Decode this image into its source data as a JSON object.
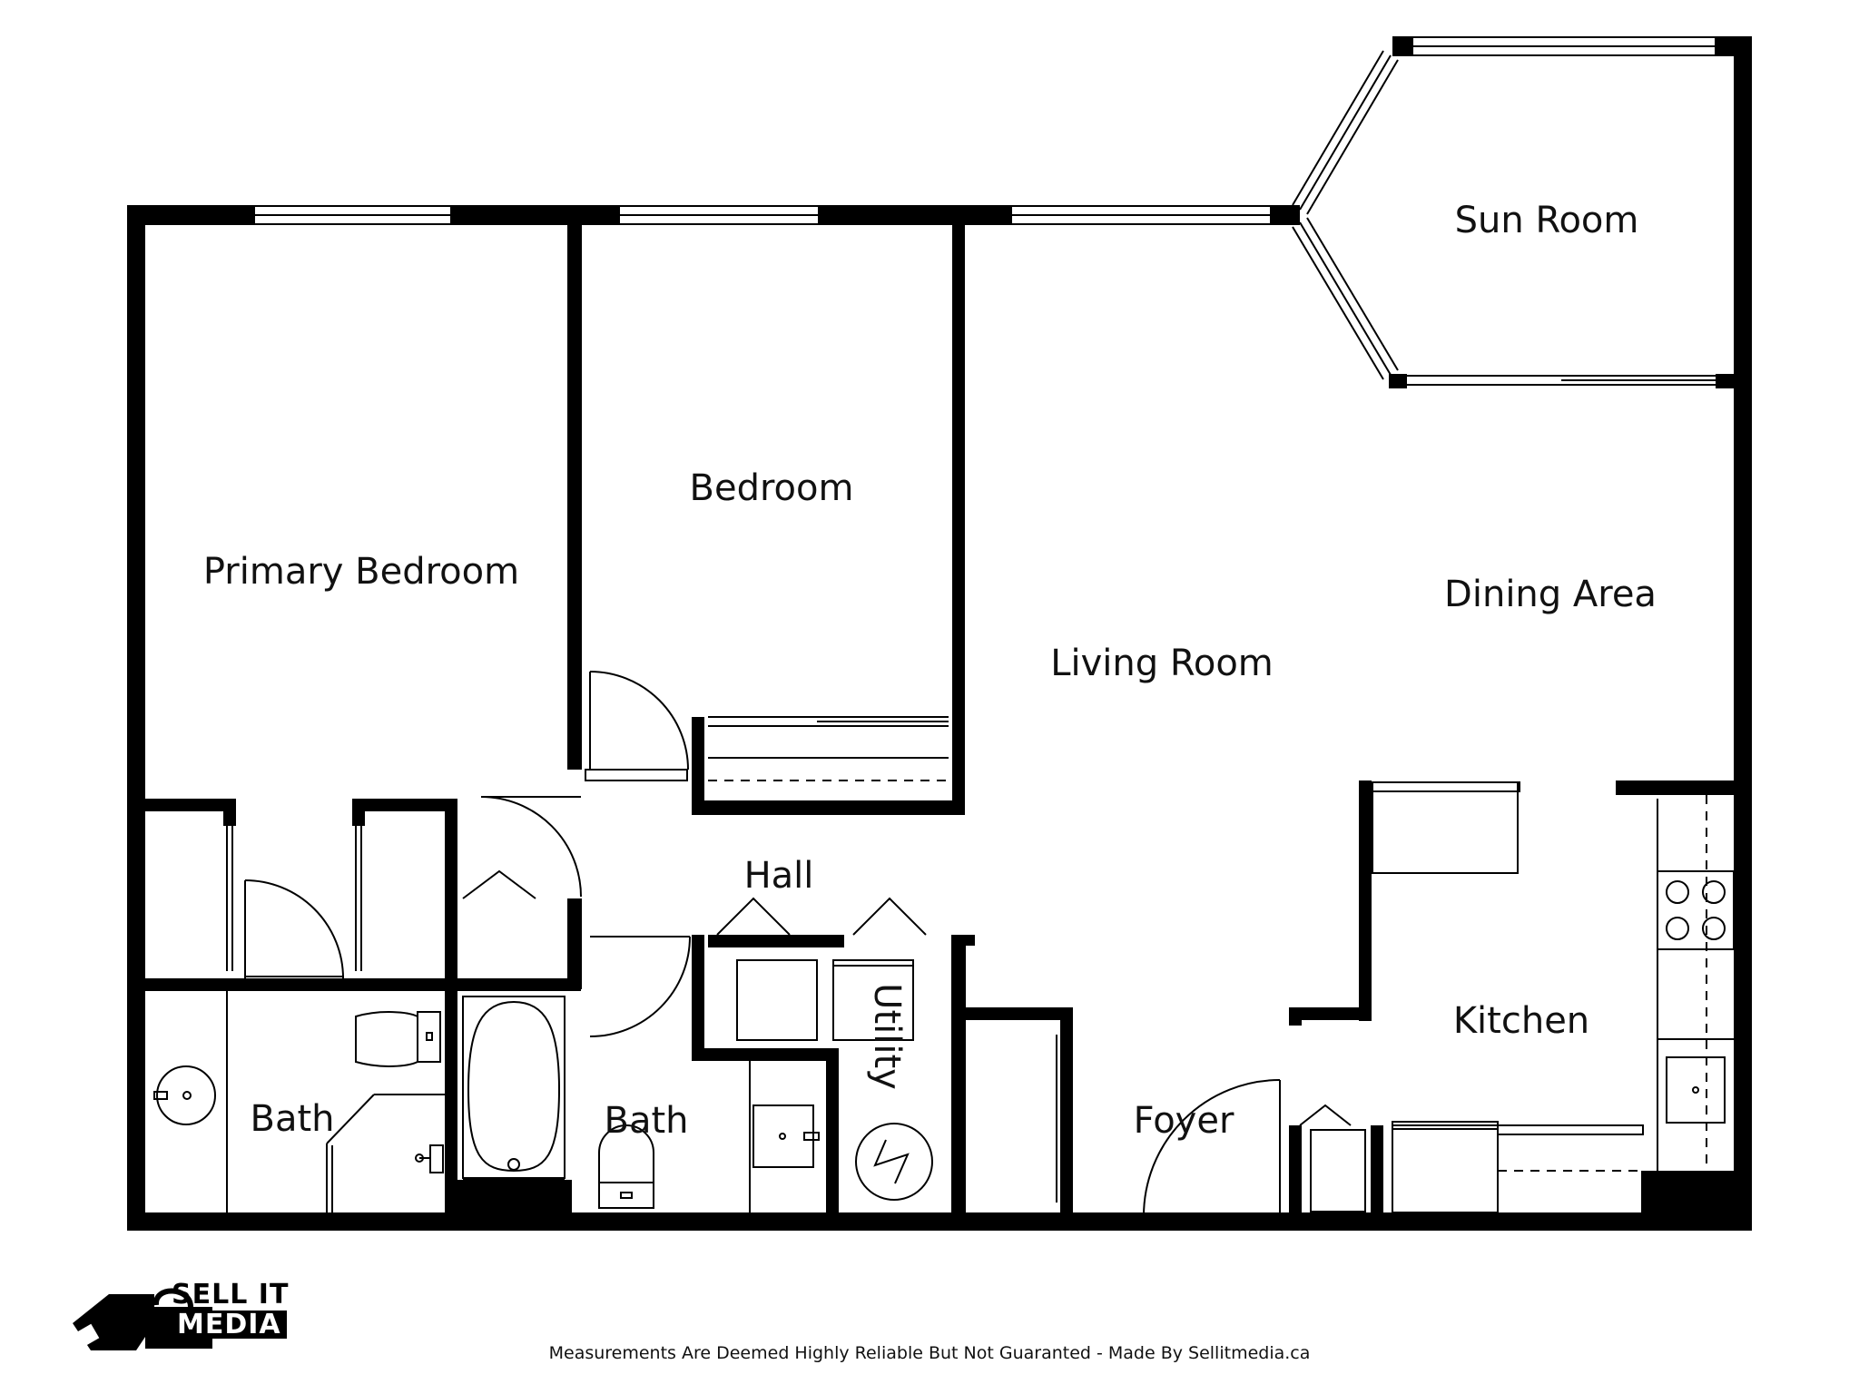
{
  "rooms": {
    "primary_bedroom": "Primary Bedroom",
    "bedroom": "Bedroom",
    "living_room": "Living Room",
    "sun_room": "Sun Room",
    "dining_area": "Dining Area",
    "hall": "Hall",
    "kitchen": "Kitchen",
    "bath_1": "Bath",
    "bath_2": "Bath",
    "utility": "Utility",
    "foyer": "Foyer"
  },
  "brand": {
    "line1": "SELL IT",
    "line2": "MEDIA"
  },
  "footer": "Measurements Are Deemed Highly Reliable But Not Guaranted - Made By Sellitmedia.ca",
  "colors": {
    "wall": "#000000",
    "background": "#ffffff",
    "fixture": "#000000"
  }
}
